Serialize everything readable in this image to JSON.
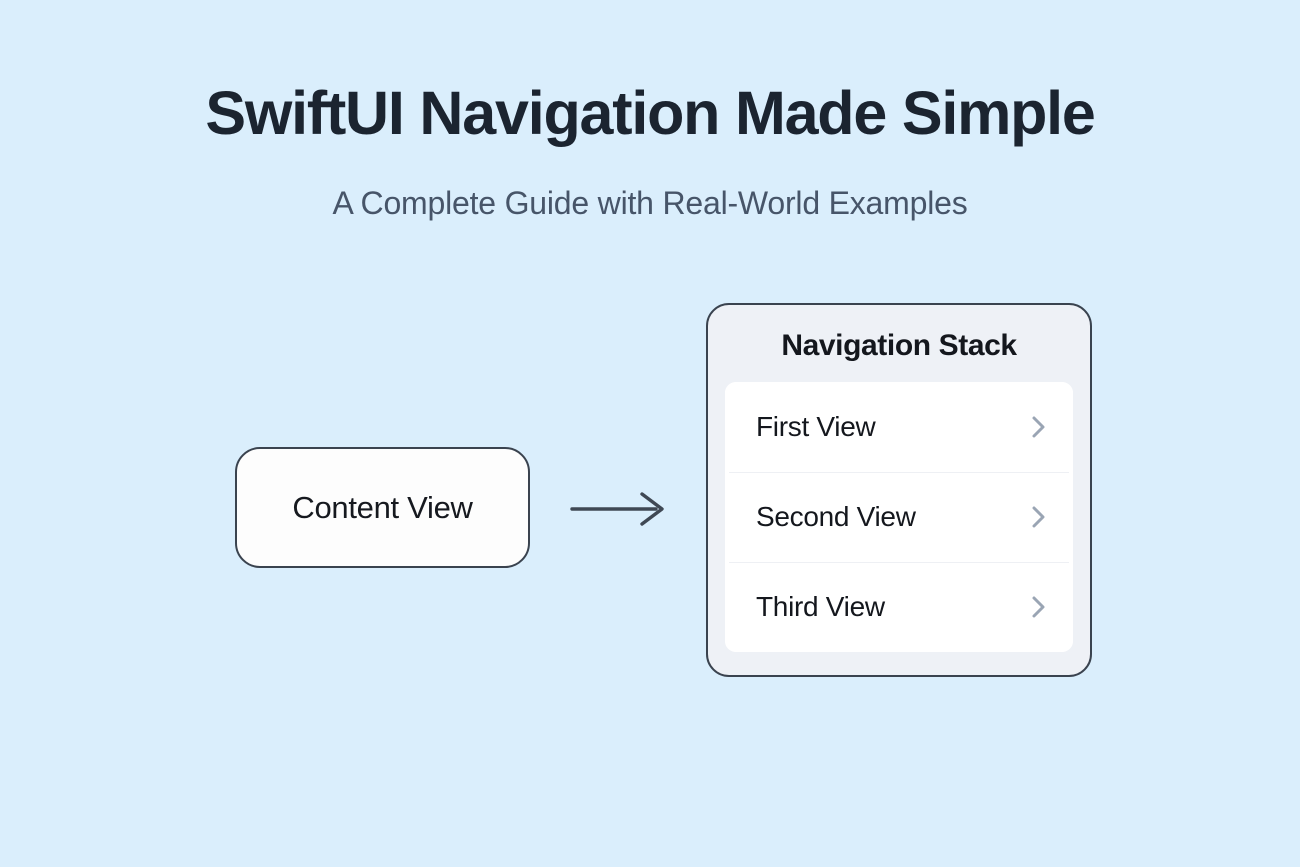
{
  "theme": {
    "background": "#daeefc",
    "title_color": "#1b2430",
    "subtitle_color": "#475569",
    "border_color": "#3a434f",
    "card_background": "#eef1f6",
    "list_background": "#ffffff",
    "divider_color": "#eef0f4",
    "chevron_color": "#9aa5b4",
    "arrow_color": "#3f4854"
  },
  "header": {
    "title": "SwiftUI Navigation Made Simple",
    "subtitle": "A Complete Guide with Real-World Examples"
  },
  "diagram": {
    "source_node": {
      "label": "Content View"
    },
    "connector": {
      "icon": "arrow-right-icon",
      "direction": "right"
    },
    "nav_card": {
      "header": "Navigation Stack",
      "rows": [
        {
          "label": "First View",
          "icon": "chevron-right-icon"
        },
        {
          "label": "Second View",
          "icon": "chevron-right-icon"
        },
        {
          "label": "Third View",
          "icon": "chevron-right-icon"
        }
      ]
    }
  }
}
